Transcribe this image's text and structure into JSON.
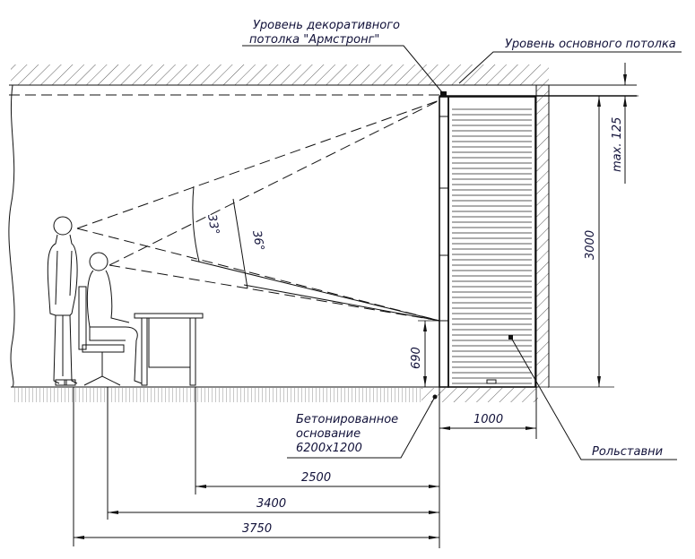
{
  "labels": {
    "decorative_ceiling_line1": "Уровень декоративного",
    "decorative_ceiling_line2": "потолка \"Армстронг\"",
    "main_ceiling": "Уровень основного потолка",
    "concrete_base_line1": "Бетонированное",
    "concrete_base_line2": "основание",
    "concrete_base_line3": "6200х1200",
    "roller_shutters": "Рольставни"
  },
  "dimensions": {
    "max_gap": "max. 125",
    "height": "3000",
    "screen_bottom": "690",
    "depth": "1000",
    "dist_table": "2500",
    "dist_seated": "3400",
    "dist_standing": "3750"
  },
  "angles": {
    "standing_view": "33°",
    "seated_view": "36°"
  }
}
